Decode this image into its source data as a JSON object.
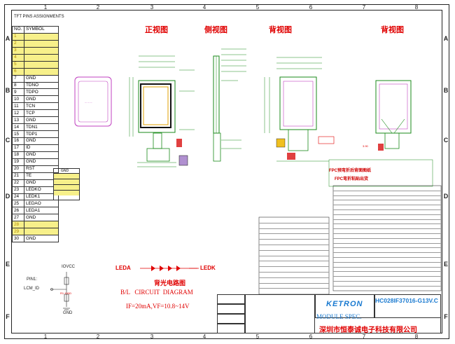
{
  "pin_table": {
    "title": "TFT PINS ASSIGNMENTS",
    "header": {
      "no": "NO.",
      "symbol": "SYMBOL"
    },
    "rows": [
      {
        "no": "1",
        "symbol": "",
        "highlight": true
      },
      {
        "no": "2",
        "symbol": "",
        "highlight": true
      },
      {
        "no": "3",
        "symbol": "",
        "highlight": true
      },
      {
        "no": "4",
        "symbol": "",
        "highlight": true
      },
      {
        "no": "5",
        "symbol": "",
        "highlight": true
      },
      {
        "no": "6",
        "symbol": "",
        "highlight": true
      },
      {
        "no": "7",
        "symbol": "GND",
        "highlight": false
      },
      {
        "no": "8",
        "symbol": "TDNO",
        "highlight": false
      },
      {
        "no": "9",
        "symbol": "TDPO",
        "highlight": false
      },
      {
        "no": "10",
        "symbol": "GND",
        "highlight": false
      },
      {
        "no": "11",
        "symbol": "TCN",
        "highlight": false
      },
      {
        "no": "12",
        "symbol": "TCP",
        "highlight": false
      },
      {
        "no": "13",
        "symbol": "GND",
        "highlight": false
      },
      {
        "no": "14",
        "symbol": "TDN1",
        "highlight": false
      },
      {
        "no": "15",
        "symbol": "TDP1",
        "highlight": false
      },
      {
        "no": "16",
        "symbol": "GND",
        "highlight": false
      },
      {
        "no": "17",
        "symbol": "ID",
        "highlight": false
      },
      {
        "no": "18",
        "symbol": "GND",
        "highlight": false
      },
      {
        "no": "19",
        "symbol": "GND",
        "highlight": false
      },
      {
        "no": "20",
        "symbol": "RST",
        "highlight": false
      },
      {
        "no": "21",
        "symbol": "TE",
        "highlight": false
      },
      {
        "no": "22",
        "symbol": "GND",
        "highlight": false
      },
      {
        "no": "23",
        "symbol": "LEDKO",
        "highlight": false
      },
      {
        "no": "24",
        "symbol": "LEDK1",
        "highlight": false
      },
      {
        "no": "25",
        "symbol": "LEDAO",
        "highlight": false
      },
      {
        "no": "26",
        "symbol": "LEDA1",
        "highlight": false
      },
      {
        "no": "27",
        "symbol": "GND",
        "highlight": false
      },
      {
        "no": "28",
        "symbol": "",
        "highlight": true
      },
      {
        "no": "29",
        "symbol": "",
        "highlight": true
      },
      {
        "no": "30",
        "symbol": "GND",
        "highlight": false
      }
    ]
  },
  "grid": {
    "columns": [
      "1",
      "2",
      "3",
      "4",
      "5",
      "6",
      "7",
      "8"
    ],
    "rows": [
      "A",
      "B",
      "C",
      "D",
      "E",
      "F"
    ]
  },
  "views": {
    "front": "正视图",
    "side": "侧视图",
    "back1": "背视图",
    "back2": "背视图"
  },
  "fpc_notes": {
    "line1": "FPC预弯折后背面图纸",
    "line2": "FPC弯折粘贴出货"
  },
  "small_table": {
    "gnd": "GND"
  },
  "circuit": {
    "pin1": "PIN1:",
    "lcm_id": "LCM_ID",
    "iovcc": "IOVCC",
    "gnd": "GND",
    "r1": "R1 100Ω"
  },
  "backlight": {
    "leda": "LEDA",
    "ledk": "LEDK",
    "title_cn": "背光电路图",
    "title_en": "B/L   CIRCUIT  DIAGRAM",
    "spec": "IF=20mA,VF=10.8~14V"
  },
  "title_block": {
    "logo": "KETRON",
    "module_spec": "MODULE SPEC.",
    "part_no": "HC028IF37016-G13V.C",
    "company": "深圳市恒泰诚电子科技有限公司"
  }
}
